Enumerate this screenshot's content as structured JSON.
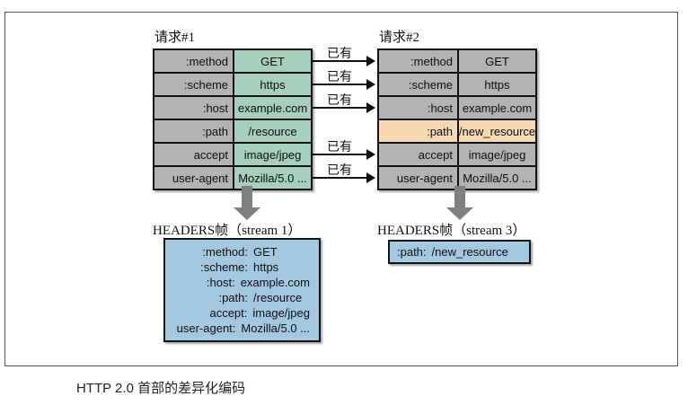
{
  "frame": {
    "present": true
  },
  "caption": "HTTP 2.0 首部的差异化编码",
  "requests": [
    {
      "title": "请求#1",
      "rows": [
        {
          "key": ":method",
          "value": "GET",
          "key_color": "gray",
          "value_color": "green",
          "arrow": true,
          "arrow_label": "已有"
        },
        {
          "key": ":scheme",
          "value": "https",
          "key_color": "gray",
          "value_color": "green",
          "arrow": true,
          "arrow_label": "已有"
        },
        {
          "key": ":host",
          "value": "example.com",
          "key_color": "gray",
          "value_color": "green",
          "arrow": true,
          "arrow_label": "已有"
        },
        {
          "key": ":path",
          "value": "/resource",
          "key_color": "gray",
          "value_color": "green",
          "arrow": false,
          "arrow_label": ""
        },
        {
          "key": "accept",
          "value": "image/jpeg",
          "key_color": "gray",
          "value_color": "green",
          "arrow": true,
          "arrow_label": "已有"
        },
        {
          "key": "user-agent",
          "value": "Mozilla/5.0 ...",
          "key_color": "gray",
          "value_color": "green",
          "arrow": true,
          "arrow_label": "已有"
        }
      ]
    },
    {
      "title": "请求#2",
      "rows": [
        {
          "key": ":method",
          "value": "GET",
          "key_color": "gray",
          "value_color": "gray"
        },
        {
          "key": ":scheme",
          "value": "https",
          "key_color": "gray",
          "value_color": "gray"
        },
        {
          "key": ":host",
          "value": "example.com",
          "key_color": "gray",
          "value_color": "gray"
        },
        {
          "key": ":path",
          "value": "/new_resource",
          "key_color": "peach",
          "value_color": "peach"
        },
        {
          "key": "accept",
          "value": "image/jpeg",
          "key_color": "gray",
          "value_color": "gray"
        },
        {
          "key": "user-agent",
          "value": "Mozilla/5.0 ...",
          "key_color": "gray",
          "value_color": "gray"
        }
      ]
    }
  ],
  "frames": [
    {
      "label": "HEADERS帧（stream 1）",
      "lines": [
        {
          "key": ":method:",
          "value": "GET"
        },
        {
          "key": ":scheme:",
          "value": "https"
        },
        {
          "key": ":host:",
          "value": "example.com"
        },
        {
          "key": ":path:",
          "value": "/resource"
        },
        {
          "key": "accept:",
          "value": "image/jpeg"
        },
        {
          "key": "user-agent:",
          "value": "Mozilla/5.0 ..."
        }
      ]
    },
    {
      "label": "HEADERS帧（stream 3）",
      "lines": [
        {
          "key": ":path:",
          "value": "/new_resource"
        }
      ]
    }
  ],
  "colors": {
    "gray": "#b3b3b3",
    "green": "#a6cfbd",
    "peach": "#f7d7b4",
    "blue": "#a5c8e1",
    "arrow_gray": "#808080",
    "stroke": "#121212"
  }
}
